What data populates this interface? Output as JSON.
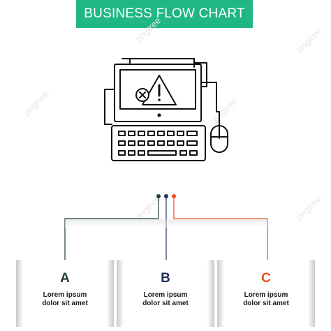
{
  "banner": {
    "title": "BUSINESS FLOW CHART",
    "color": "#21b686"
  },
  "icon": {
    "name": "computer-warning-icon"
  },
  "steps": [
    {
      "letter": "A",
      "line1": "Lorem ipsum",
      "line2": "dolor sit amet",
      "color": "#1f3d33"
    },
    {
      "letter": "B",
      "line1": "Lorem ipsum",
      "line2": "dolor sit amet",
      "color": "#1f2f57"
    },
    {
      "letter": "C",
      "line1": "Lorem ipsum",
      "line2": "dolor sit amet",
      "color": "#e0541f"
    }
  ],
  "watermark": "pngtree"
}
